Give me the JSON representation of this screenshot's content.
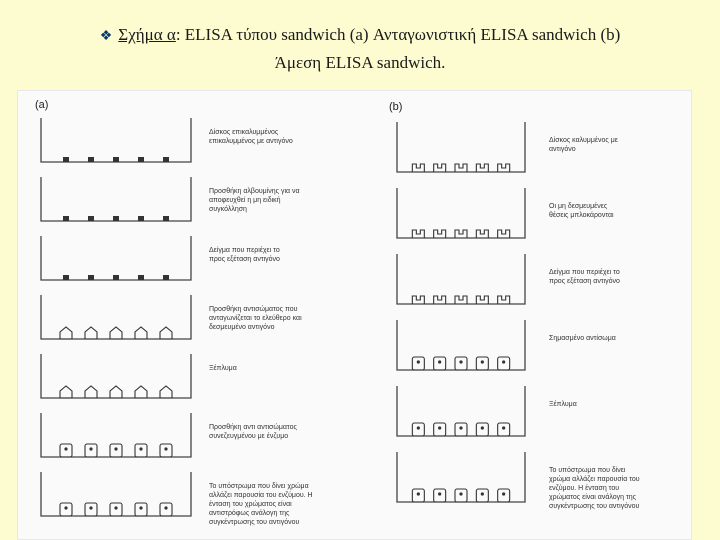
{
  "header": {
    "bullet_icon": "diamond-bullet-icon",
    "lead": "Σχήμα α",
    "line1_rest": ": ELISA τύπου sandwich (a) Ανταγωνιστική ELISA sandwich (b)",
    "line2": "Άμεση ELISA sandwich."
  },
  "figure": {
    "panel_a": {
      "label": "(a)",
      "steps": [
        {
          "text": [
            "Δίσκος επικαλυμμένος",
            "επικαλυμμένος με αντιγόνο"
          ]
        },
        {
          "text": [
            "Προσθήκη αλβουμίνης για να",
            "αποφευχθεί η μη ειδική",
            "συγκόλληση"
          ]
        },
        {
          "text": [
            "Δείγμα που περιέχει το",
            "προς εξέταση αντιγόνο"
          ]
        },
        {
          "text": [
            "Προσθήκη αντισώματος που",
            "ανταγωνίζεται το ελεύθερο και",
            "δεσμευμένο αντιγόνο"
          ]
        },
        {
          "text": [
            "Ξέπλυμα"
          ]
        },
        {
          "text": [
            "Προσθήκη αντι αντισώματος",
            "συνεζευγμένου με ένζυμο"
          ]
        },
        {
          "text": [
            "Το υπόστρωμα που δίνει χρώμα",
            "αλλάζει παρουσία του ενζύμου. Η",
            "ένταση του χρώματος είναι",
            "αντιστρόφως ανάλογη της",
            "συγκέντρωσης του αντιγόνου"
          ]
        }
      ]
    },
    "panel_b": {
      "label": "(b)",
      "steps": [
        {
          "text": [
            "Δίσκος καλυμμένος με",
            "αντιγόνο"
          ]
        },
        {
          "text": [
            "Οι μη δεσμευμένες",
            "θέσεις μπλοκάρονται"
          ]
        },
        {
          "text": [
            "Δείγμα που περιέχει το",
            "προς εξέταση αντιγόνο"
          ]
        },
        {
          "text": [
            "Σημασμένο αντίσωμα"
          ]
        },
        {
          "text": [
            "Ξέπλυμα"
          ]
        },
        {
          "text": [
            "Το υπόστρωμα που δίνει",
            "χρώμα αλλάζει παρουσία του",
            "ενζύμου. Η ένταση του",
            "χρώματος είναι ανάλογη της",
            "συγκέντρωσης του αντιγόνου"
          ]
        }
      ]
    }
  }
}
